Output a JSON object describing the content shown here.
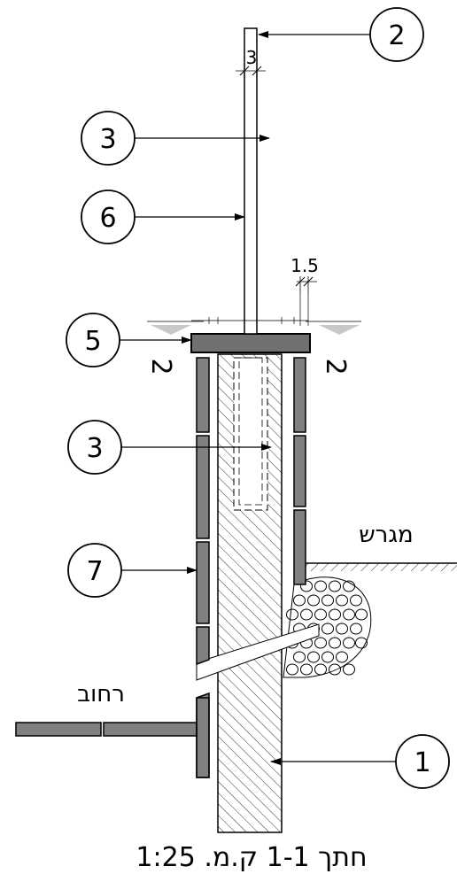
{
  "callouts": [
    {
      "id": "c2",
      "label": "2"
    },
    {
      "id": "c3a",
      "label": "3"
    },
    {
      "id": "c6",
      "label": "6"
    },
    {
      "id": "c5",
      "label": "5"
    },
    {
      "id": "c3b",
      "label": "3"
    },
    {
      "id": "c7",
      "label": "7"
    },
    {
      "id": "c1",
      "label": "1"
    }
  ],
  "dimensions": {
    "post_width": "3",
    "offset": "1.5"
  },
  "section_marks": {
    "left": "2",
    "right": "2"
  },
  "labels": {
    "field": "מגרש",
    "street": "רחוב"
  },
  "title": "חתך 1-1 ק.מ. 1:25",
  "colors": {
    "line": "#000000",
    "cladding": "#808080",
    "cap": "#707070",
    "level_marker": "#c8c8c8"
  }
}
